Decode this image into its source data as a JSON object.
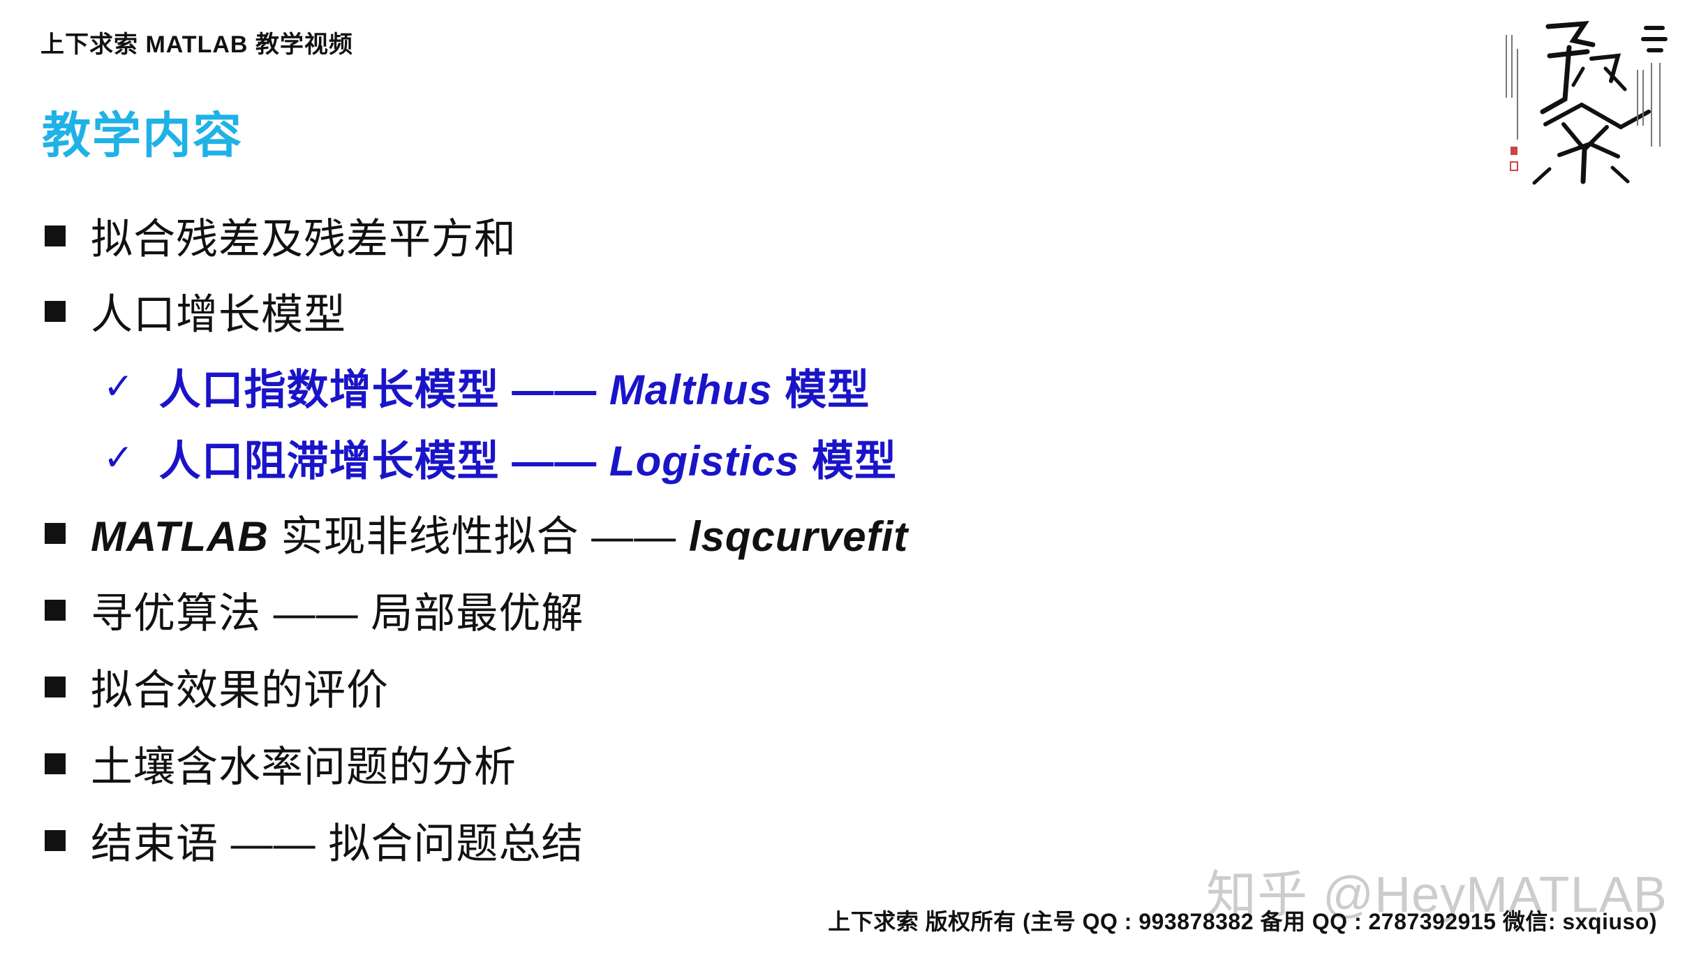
{
  "header": {
    "text": "上下求索 MATLAB 教学视频"
  },
  "title": "教学内容",
  "items": [
    {
      "text": "拟合残差及残差平方和"
    },
    {
      "text": "人口增长模型"
    },
    {
      "pre": "人口指数增长模型 —— ",
      "em": "Malthus",
      "post": " 模型"
    },
    {
      "pre": "人口阻滞增长模型 —— ",
      "em": "Logistics",
      "post": " 模型"
    },
    {
      "em1": "MATLAB",
      "mid": " 实现非线性拟合 —— ",
      "em2": "lsqcurvefit"
    },
    {
      "text": "寻优算法 —— 局部最优解"
    },
    {
      "text": "拟合效果的评价"
    },
    {
      "text": "土壤含水率问题的分析"
    },
    {
      "text": "结束语 —— 拟合问题总结"
    }
  ],
  "watermark": "知乎 @HeyMATLAB",
  "footer": "上下求索  版权所有 (主号 QQ : 993878382   备用 QQ : 2787392915   微信: sxqiuso)",
  "colors": {
    "title": "#1fb2e6",
    "sub_items": "#1a14c9"
  },
  "logo": {
    "kind": "calligraphy-seal",
    "icon": "calligraphy-logo-icon"
  }
}
